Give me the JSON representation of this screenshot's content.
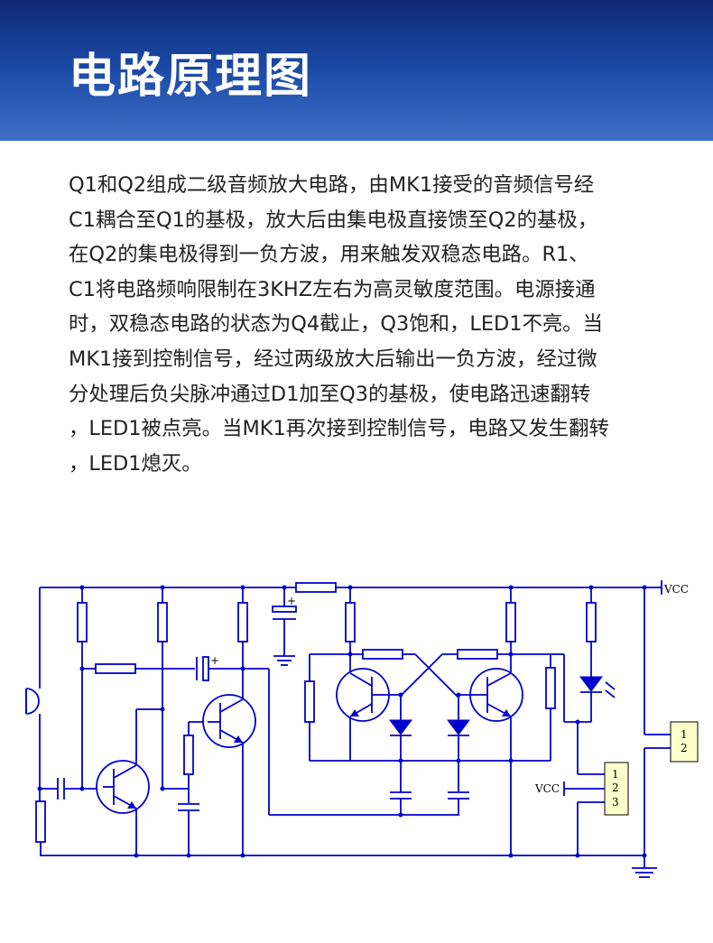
{
  "header": {
    "title": "电路原理图",
    "bg_top": "#0e2a73",
    "bg_bottom": "#3f6fc6"
  },
  "description": "Q1和Q2组成二级音频放大电路，由MK1接受的音频信号经\nC1耦合至Q1的基极，放大后由集电极直接馈至Q2的基极，\n在Q2的集电极得到一负方波，用来触发双稳态电路。R1、\nC1将电路频响限制在3KHZ左右为高灵敏度范围。电源接通\n时，双稳态电路的状态为Q4截止，Q3饱和，LED1不亮。当\nMK1接到控制信号，经过两级放大后输出一负方波，经过微\n分处理后负尖脉冲通过D1加至Q3的基极，使电路迅速翻转\n，LED1被点亮。当MK1再次接到控制信号，电路又发生翻转\n，LED1熄灭。",
  "circuit": {
    "wire_color": "#0000cc",
    "connector_color": "#ffffcc",
    "vcc_top_label": "VCC",
    "vcc_left_label": "VCC",
    "connector_2pin": {
      "pin1": "1",
      "pin2": "2"
    },
    "connector_3pin": {
      "pin1": "1",
      "pin2": "2",
      "pin3": "3"
    },
    "icons": [
      "microphone-icon",
      "transistor-icon",
      "resistor-icon",
      "capacitor-icon",
      "diode-icon",
      "led-icon",
      "ground-icon"
    ]
  }
}
